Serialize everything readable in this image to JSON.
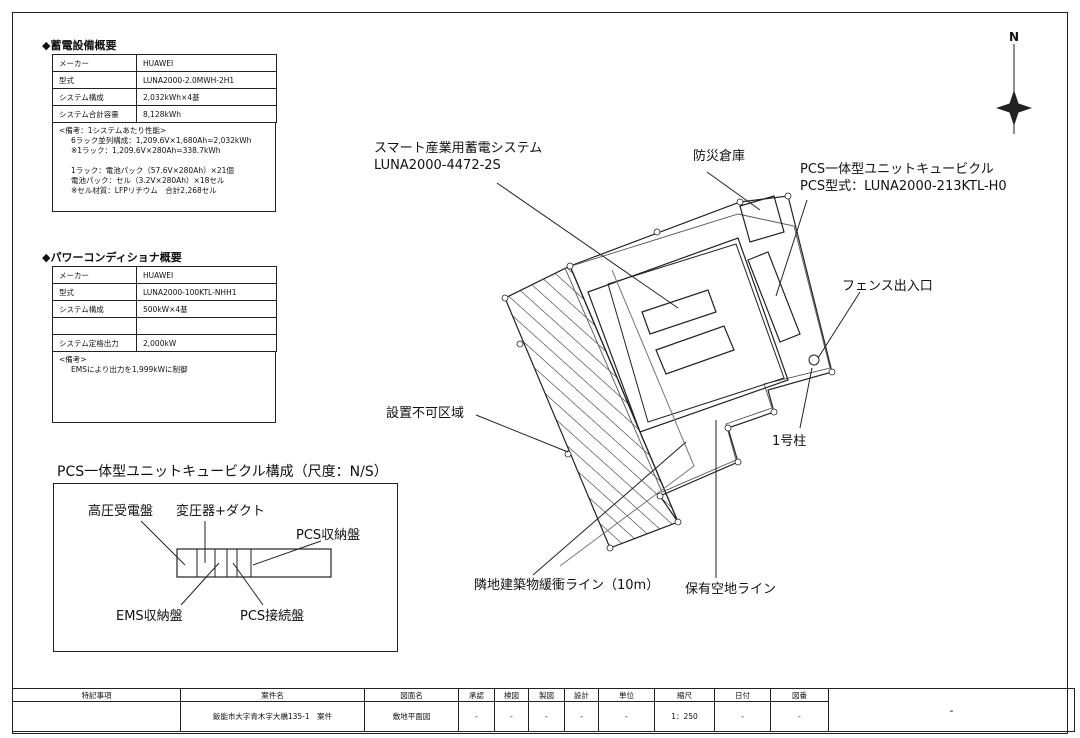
{
  "storage": {
    "title": "◆蓄電設備概要",
    "rows": [
      {
        "key": "メーカー",
        "value": "HUAWEI"
      },
      {
        "key": "型式",
        "value": "LUNA2000-2.0MWH-2H1"
      },
      {
        "key": "システム構成",
        "value": "2,032kWh×4基"
      },
      {
        "key": "システム合計容量",
        "value": "8,128kWh"
      }
    ],
    "notes": [
      "<備考：1システムあたり性能>",
      "6ラック並列構成：1,209.6V×1,680Ah=2,032kWh",
      "※1ラック：1,209.6V×280Ah=338.7kWh",
      "",
      "1ラック：電池パック（57.6V×280Ah）×21個",
      "電池パック：セル（3.2V×280Ah）×18セル",
      "※セル材質：LFPリチウム　合計2,268セル"
    ]
  },
  "pcs": {
    "title": "◆パワーコンディショナ概要",
    "rows": [
      {
        "key": "メーカー",
        "value": "HUAWEI"
      },
      {
        "key": "型式",
        "value": "LUNA2000-100KTL-NHH1"
      },
      {
        "key": "システム構成",
        "value": "500kW×4基"
      },
      {
        "key": "",
        "value": ""
      },
      {
        "key": "システム定格出力",
        "value": "2,000kW"
      }
    ],
    "notes": [
      "<備考>",
      "EMSにより出力を1,999kWに制御"
    ]
  },
  "cubicle": {
    "title": "PCS一体型ユニットキュービクル構成（尺度：N/S）",
    "labels": {
      "hv_panel": "高圧受電盤",
      "transformer": "変圧器+ダクト",
      "pcs_panel": "PCS収納盤",
      "ems_panel": "EMS収納盤",
      "pcs_conn": "PCS接続盤"
    }
  },
  "plan": {
    "north": "N",
    "labels": {
      "battery_system_1": "スマート産業用蓄電システム",
      "battery_system_2": "LUNA2000-4472-2S",
      "warehouse": "防災倉庫",
      "pcs_cubicle_1": "PCS一体型ユニットキュービクル",
      "pcs_cubicle_2": "PCS型式：LUNA2000-213KTL-H0",
      "fence_gate": "フェンス出入口",
      "no_install": "設置不可区域",
      "pole": "1号柱",
      "buffer_line": "隣地建築物緩衝ライン（10m）",
      "open_space": "保有空地ライン"
    }
  },
  "title_block": {
    "headers": {
      "special": "特記事項",
      "case": "案件名",
      "drawing": "図面名",
      "approve": "承認",
      "check": "検図",
      "draft": "製図",
      "design": "設計",
      "unit": "単位",
      "scale": "縮尺",
      "date": "日付",
      "number": "図番"
    },
    "values": {
      "case": "飯能市大字青木字大橋135-1　案件",
      "drawing": "敷地平面図",
      "approve": "-",
      "check": "-",
      "draft": "-",
      "design": "-",
      "unit": "-",
      "scale": "1：250",
      "date": "-",
      "number": "-",
      "right": "-"
    }
  }
}
